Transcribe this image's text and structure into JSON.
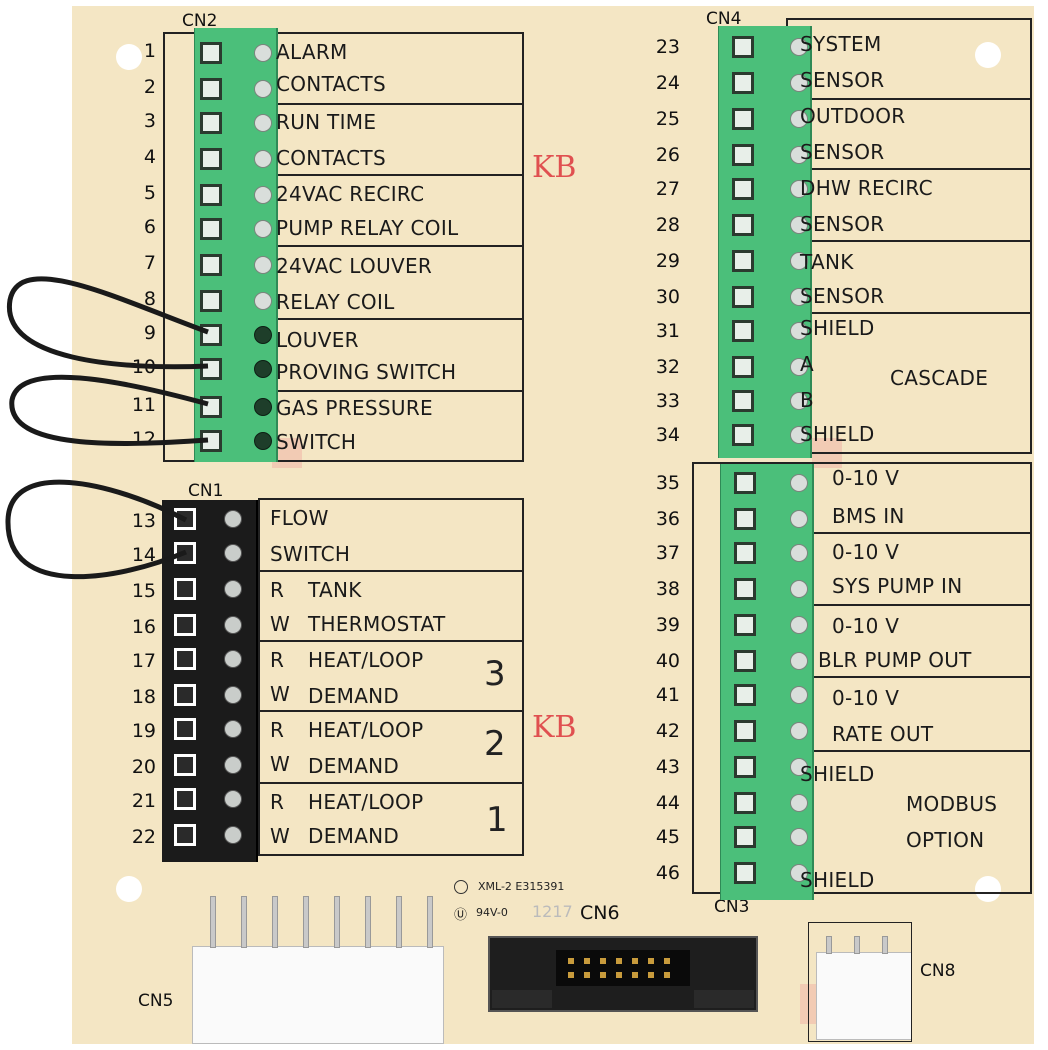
{
  "connectors": {
    "cn1": "CN1",
    "cn2": "CN2",
    "cn3": "CN3",
    "cn4": "CN4",
    "cn5": "CN5",
    "cn6": "CN6",
    "cn8": "CN8"
  },
  "pins": [
    "1",
    "2",
    "3",
    "4",
    "5",
    "6",
    "7",
    "8",
    "9",
    "10",
    "11",
    "12",
    "13",
    "14",
    "15",
    "16",
    "17",
    "18",
    "19",
    "20",
    "21",
    "22",
    "23",
    "24",
    "25",
    "26",
    "27",
    "28",
    "29",
    "30",
    "31",
    "32",
    "33",
    "34",
    "35",
    "36",
    "37",
    "38",
    "39",
    "40",
    "41",
    "42",
    "43",
    "44",
    "45",
    "46"
  ],
  "cn2_labels": [
    "ALARM",
    "CONTACTS",
    "RUN TIME",
    "CONTACTS",
    "24VAC RECIRC",
    "PUMP RELAY COIL",
    "24VAC LOUVER",
    "RELAY COIL",
    "LOUVER",
    "PROVING SWITCH",
    "GAS PRESSURE",
    "SWITCH"
  ],
  "cn1_labels": {
    "flow": "FLOW",
    "switch": "SWITCH",
    "r": "R",
    "w": "W",
    "tank": "TANK",
    "thermostat": "THERMOSTAT",
    "heat_loop": "HEAT/LOOP",
    "demand": "DEMAND",
    "zone3": "3",
    "zone2": "2",
    "zone1": "1"
  },
  "cn4_labels": [
    "SYSTEM",
    "SENSOR",
    "OUTDOOR",
    "SENSOR",
    "DHW RECIRC",
    "SENSOR",
    "TANK",
    "SENSOR",
    "SHIELD",
    "A",
    "B",
    "SHIELD"
  ],
  "cascade": "CASCADE",
  "cn3_labels": {
    "v010": "0-10 V",
    "bms_in": "BMS IN",
    "sys_pump_in": "SYS PUMP IN",
    "blr_pump_out": "BLR PUMP OUT",
    "rate_out": "RATE OUT",
    "shield": "SHIELD",
    "modbus": "MODBUS",
    "option": "OPTION"
  },
  "marks": {
    "kb": "KB",
    "xml": "XML-2  E315391",
    "rating": "94V-0",
    "date": "1217"
  },
  "colors": {
    "board": "#f4e6c4",
    "terminal_green": "#4bbf7a",
    "terminal_black": "#1b1b1b",
    "kb_red": "#e05050"
  }
}
